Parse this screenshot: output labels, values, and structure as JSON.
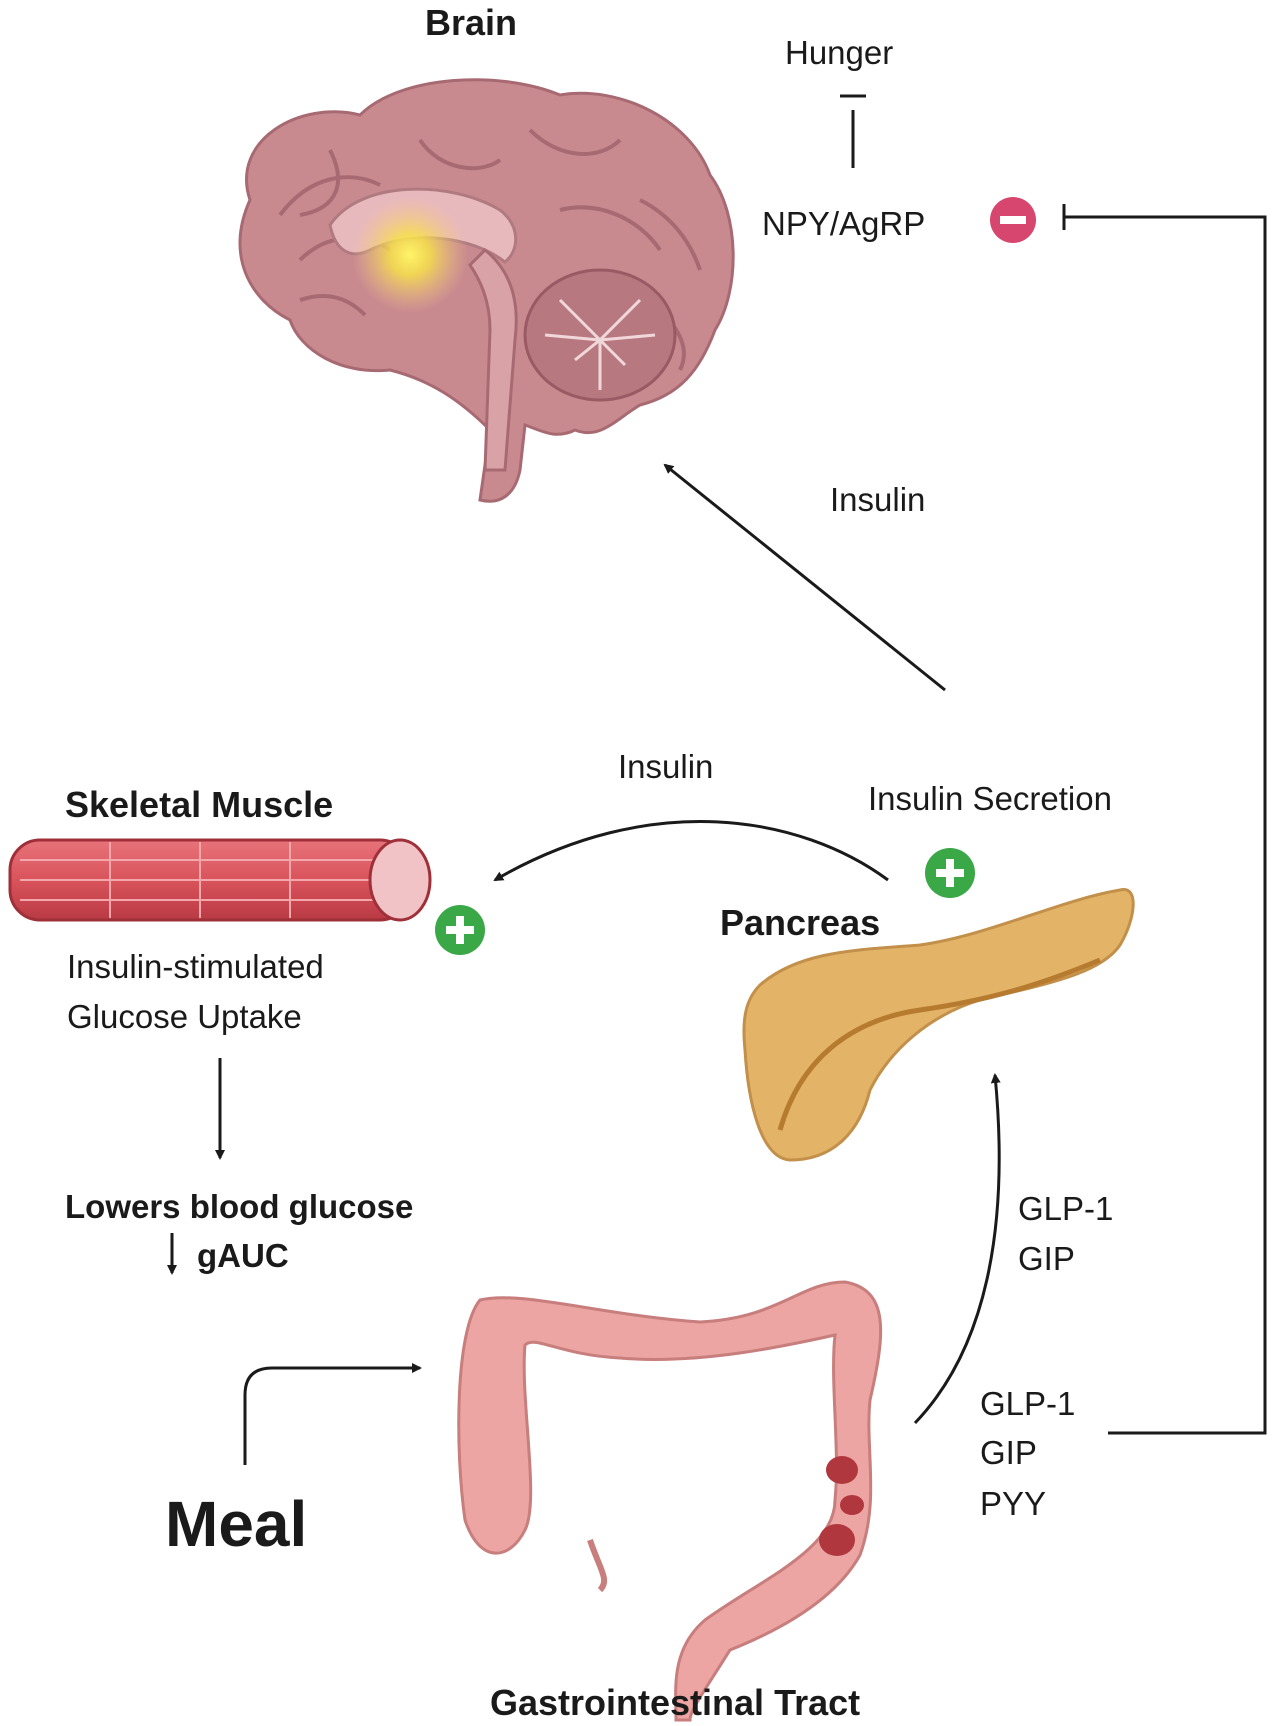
{
  "brain": {
    "title": "Brain",
    "hunger": "Hunger",
    "npy": "NPY/AgRP"
  },
  "pancreas": {
    "title": "Pancreas",
    "secretion": "Insulin Secretion"
  },
  "arrows": {
    "insulin_to_brain": "Insulin",
    "insulin_to_muscle": "Insulin"
  },
  "muscle": {
    "title": "Skeletal Muscle",
    "effect_line1": "Insulin-stimulated",
    "effect_line2": "Glucose Uptake",
    "outcome_line1": "Lowers blood glucose",
    "outcome_line2": "gAUC"
  },
  "gut": {
    "title": "Gastrointestinal Tract",
    "to_pancreas": [
      "GLP-1",
      "GIP"
    ],
    "to_brain": [
      "GLP-1",
      "GIP",
      "PYY"
    ]
  },
  "meal": "Meal",
  "colors": {
    "inhibit": "#d6466f",
    "stimulate": "#3aa846",
    "brain": "#c98a8f",
    "pancreas": "#e3b467",
    "muscle": "#d9535c",
    "gut": "#eca5a2"
  }
}
